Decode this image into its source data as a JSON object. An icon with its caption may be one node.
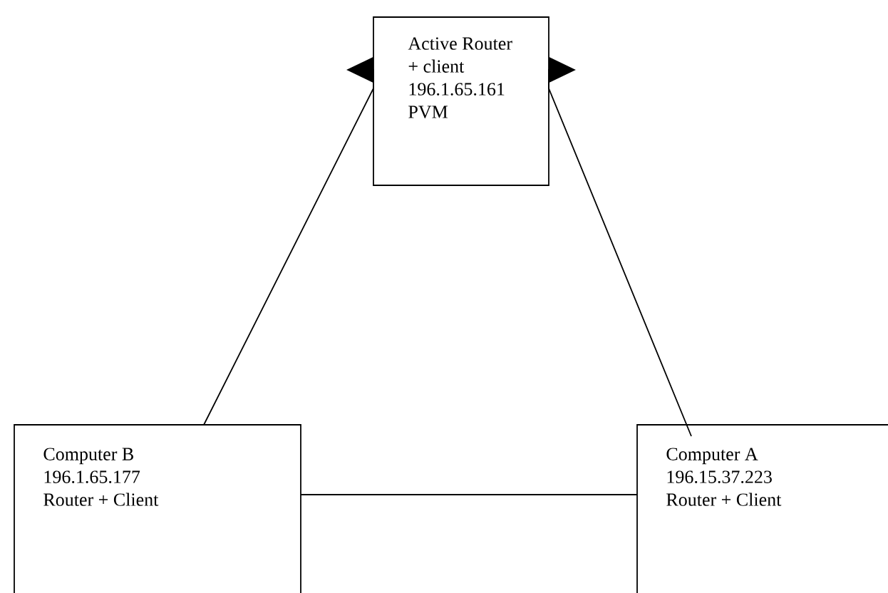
{
  "diagram": {
    "nodes": [
      {
        "text": [
          "Active Router",
          "+ client",
          "196.1.65.161",
          "PVM"
        ]
      },
      {
        "text": [
          "Computer B",
          "196.1.65.177",
          "Router + Client"
        ]
      },
      {
        "text": [
          "Computer A",
          "196.15.37.223",
          "Router + Client"
        ]
      }
    ],
    "edges": [
      {
        "from": 1,
        "to": 0,
        "arrow": "to"
      },
      {
        "from": 2,
        "to": 0,
        "arrow": "to"
      },
      {
        "from": 1,
        "to": 2,
        "arrow": "none"
      }
    ]
  }
}
